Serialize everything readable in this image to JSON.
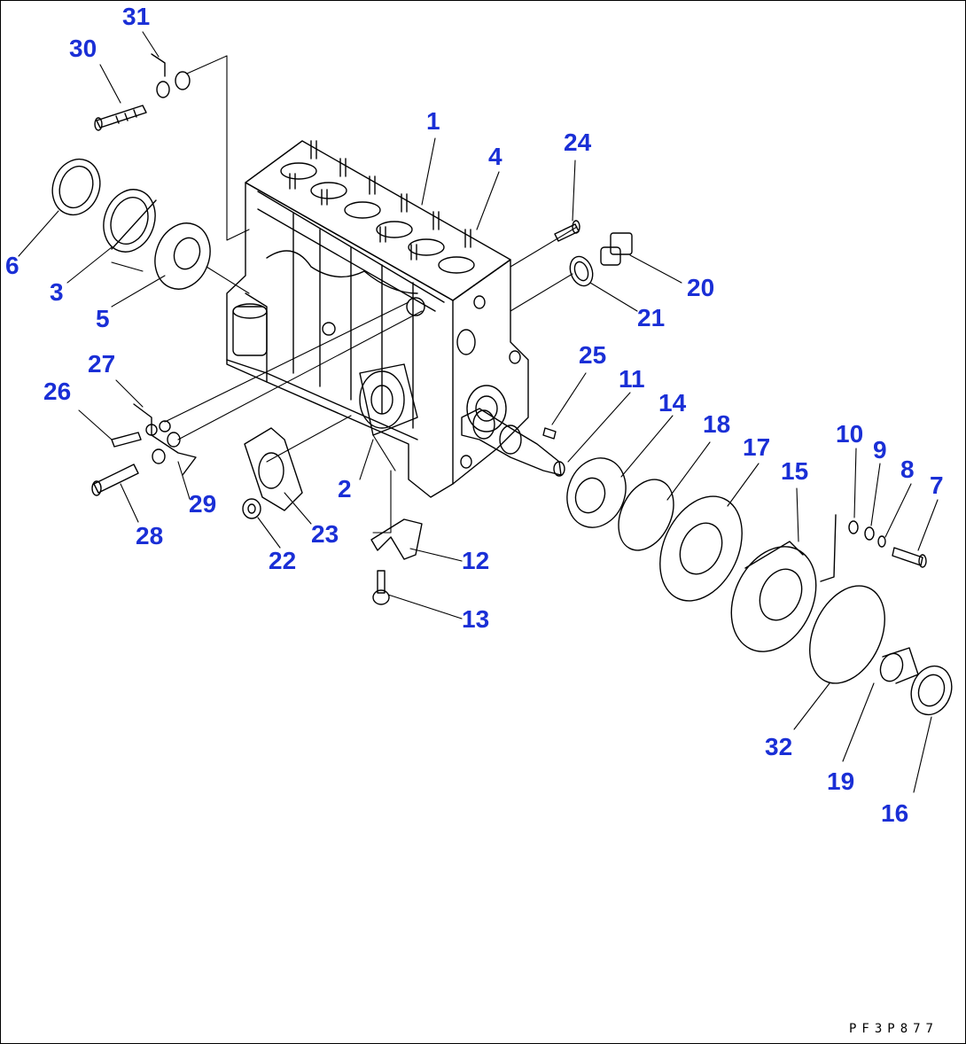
{
  "colors": {
    "label": "#1a2fd6",
    "line": "#000000",
    "paper": "#ffffff"
  },
  "drawing_code": "PF3P877",
  "callouts": [
    {
      "id": "1",
      "text": "1"
    },
    {
      "id": "2",
      "text": "2"
    },
    {
      "id": "3",
      "text": "3"
    },
    {
      "id": "4",
      "text": "4"
    },
    {
      "id": "5",
      "text": "5"
    },
    {
      "id": "6",
      "text": "6"
    },
    {
      "id": "7",
      "text": "7"
    },
    {
      "id": "8",
      "text": "8"
    },
    {
      "id": "9",
      "text": "9"
    },
    {
      "id": "10",
      "text": "10"
    },
    {
      "id": "11",
      "text": "11"
    },
    {
      "id": "12",
      "text": "12"
    },
    {
      "id": "13",
      "text": "13"
    },
    {
      "id": "14",
      "text": "14"
    },
    {
      "id": "15",
      "text": "15"
    },
    {
      "id": "16",
      "text": "16"
    },
    {
      "id": "17",
      "text": "17"
    },
    {
      "id": "18",
      "text": "18"
    },
    {
      "id": "19",
      "text": "19"
    },
    {
      "id": "20",
      "text": "20"
    },
    {
      "id": "21",
      "text": "21"
    },
    {
      "id": "22",
      "text": "22"
    },
    {
      "id": "23",
      "text": "23"
    },
    {
      "id": "24",
      "text": "24"
    },
    {
      "id": "25",
      "text": "25"
    },
    {
      "id": "26",
      "text": "26"
    },
    {
      "id": "27",
      "text": "27"
    },
    {
      "id": "28",
      "text": "28"
    },
    {
      "id": "29",
      "text": "29"
    },
    {
      "id": "30",
      "text": "30"
    },
    {
      "id": "31",
      "text": "31"
    },
    {
      "id": "32",
      "text": "32"
    }
  ]
}
